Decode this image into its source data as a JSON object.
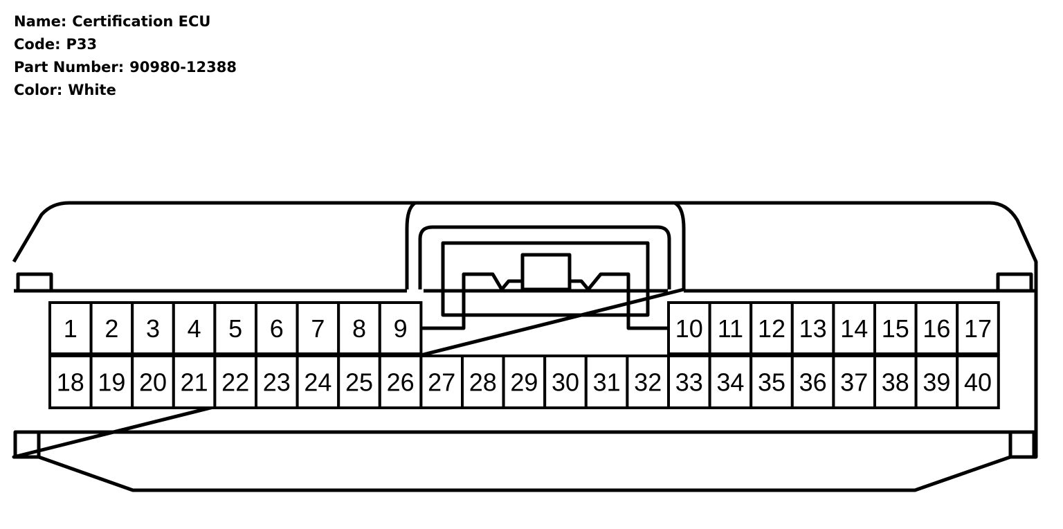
{
  "info": {
    "name_label": "Name:",
    "name_value": "Certification ECU",
    "code_label": "Code:",
    "code_value": "P33",
    "part_label": "Part Number:",
    "part_value": "90980-12388",
    "color_label": "Color:",
    "color_value": "White"
  },
  "connector": {
    "top_row_left": [
      "1",
      "2",
      "3",
      "4",
      "5",
      "6",
      "7",
      "8",
      "9"
    ],
    "top_row_right": [
      "10",
      "11",
      "12",
      "13",
      "14",
      "15",
      "16",
      "17"
    ],
    "bottom_row": [
      "18",
      "19",
      "20",
      "21",
      "22",
      "23",
      "24",
      "25",
      "26",
      "27",
      "28",
      "29",
      "30",
      "31",
      "32",
      "33",
      "34",
      "35",
      "36",
      "37",
      "38",
      "39",
      "40"
    ],
    "line_color": "#000000",
    "fill_color": "#ffffff"
  }
}
